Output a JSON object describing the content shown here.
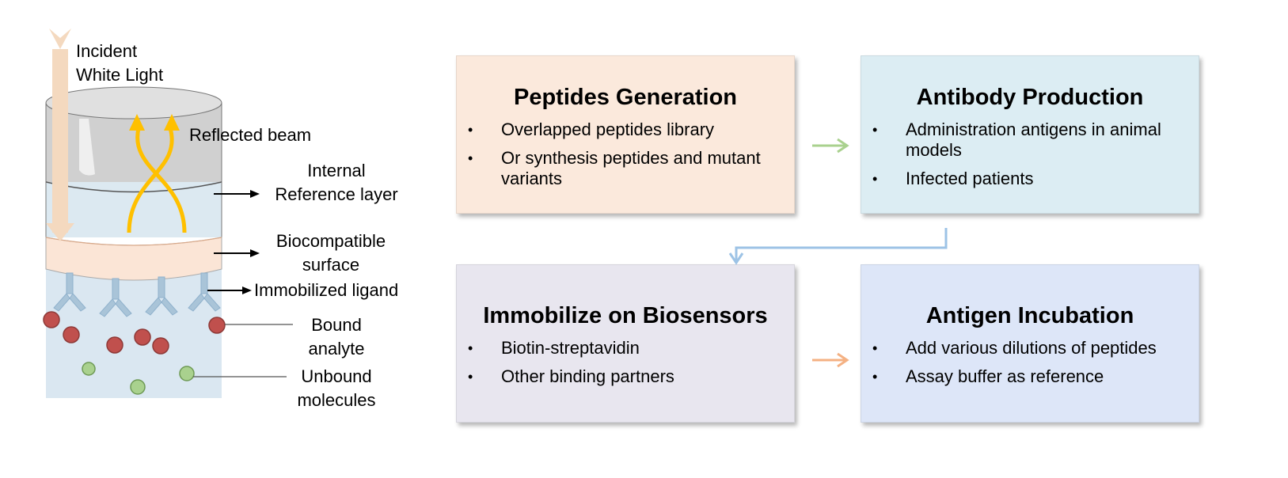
{
  "sensor": {
    "labels": {
      "incident": [
        "Incident",
        "White Light"
      ],
      "reflected": "Reflected beam",
      "reference": [
        "Internal",
        "Reference layer"
      ],
      "biocompatible": [
        "Biocompatible",
        "surface"
      ],
      "ligand": "Immobilized ligand",
      "bound": [
        "Bound",
        "analyte"
      ],
      "unbound": [
        "Unbound",
        "molecules"
      ]
    },
    "colors": {
      "incident_arrow": "#f4d9bf",
      "reflected_arrow": "#ffc000",
      "top_layer": "#d0d0d0",
      "reference_layer": "#dce9f1",
      "surface_layer": "#fbe5d6",
      "medium": "#dae7f1",
      "ligand": "#a9c4d8",
      "bound_analyte": "#c0504d",
      "unbound_molecule": "#a9d18e"
    }
  },
  "workflow": {
    "steps": [
      {
        "title": "Peptides Generation",
        "bullets": [
          "Overlapped peptides library",
          "Or synthesis peptides and mutant variants"
        ],
        "color": "#fbe9dc"
      },
      {
        "title": "Antibody Production",
        "bullets": [
          "Administration antigens in animal models",
          "Infected patients"
        ],
        "color": "#dcedf3"
      },
      {
        "title": "Immobilize on Biosensors",
        "bullets": [
          "Biotin-streptavidin",
          "Other binding partners"
        ],
        "color": "#e8e6ef"
      },
      {
        "title": "Antigen Incubation",
        "bullets": [
          "Add various dilutions of peptides",
          "Assay buffer as reference"
        ],
        "color": "#dde6f8"
      }
    ],
    "arrow_colors": {
      "step1_to_step2": "#a9d18e",
      "step2_to_step3": "#9dc3e6",
      "step3_to_step4": "#f4b183"
    }
  }
}
